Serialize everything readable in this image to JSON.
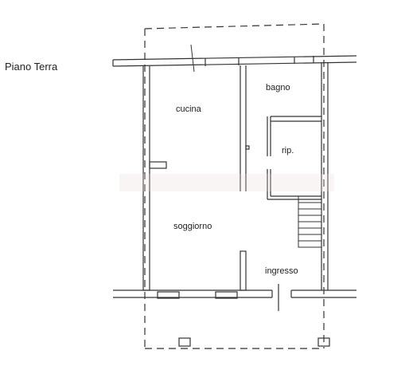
{
  "plan": {
    "title": "Piano Terra",
    "rooms": {
      "cucina": "cucina",
      "bagno": "bagno",
      "ripostiglio": "rip.",
      "soggiorno": "soggiorno",
      "ingresso": "ingresso"
    },
    "colors": {
      "wall": "#333333",
      "dashed": "#333333",
      "watermark": "#e8d6d6"
    }
  }
}
